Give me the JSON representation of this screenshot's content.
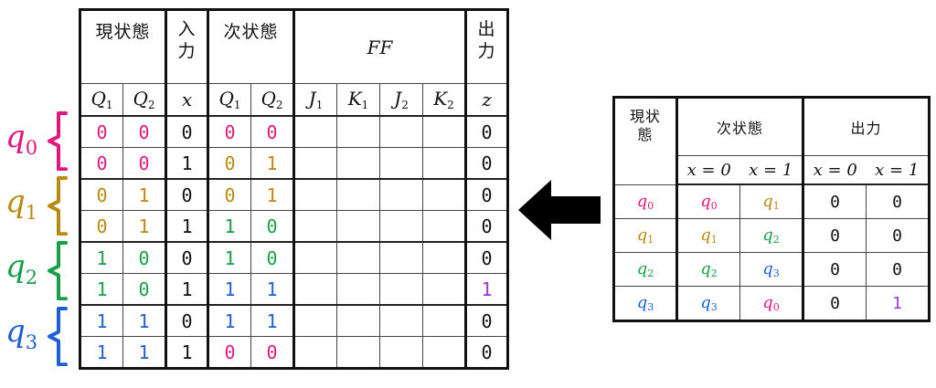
{
  "colors": {
    "q0": "#e0177d",
    "q1": "#b88a10",
    "q2": "#17a04a",
    "q3": "#1f5fd6",
    "z1": "#9b35e0",
    "black": "#111111"
  },
  "main_table": {
    "headers": {
      "current_state": "現状態",
      "input_l1": "入",
      "input_l2": "力",
      "next_state": "次状態",
      "ff": "FF",
      "output_l1": "出",
      "output_l2": "力"
    },
    "subheaders": [
      {
        "var": "Q",
        "sub": "1"
      },
      {
        "var": "Q",
        "sub": "2"
      },
      {
        "var": "x",
        "sub": ""
      },
      {
        "var": "Q",
        "sub": "1"
      },
      {
        "var": "Q",
        "sub": "2"
      },
      {
        "var": "J",
        "sub": "1"
      },
      {
        "var": "K",
        "sub": "1"
      },
      {
        "var": "J",
        "sub": "2"
      },
      {
        "var": "K",
        "sub": "2"
      },
      {
        "var": "z",
        "sub": ""
      }
    ],
    "rows": [
      {
        "q1": "0",
        "q2": "0",
        "x": "0",
        "n1": "0",
        "n2": "0",
        "z": "0"
      },
      {
        "q1": "0",
        "q2": "0",
        "x": "1",
        "n1": "0",
        "n2": "1",
        "z": "0"
      },
      {
        "q1": "0",
        "q2": "1",
        "x": "0",
        "n1": "0",
        "n2": "1",
        "z": "0"
      },
      {
        "q1": "0",
        "q2": "1",
        "x": "1",
        "n1": "1",
        "n2": "0",
        "z": "0"
      },
      {
        "q1": "1",
        "q2": "0",
        "x": "0",
        "n1": "1",
        "n2": "0",
        "z": "0"
      },
      {
        "q1": "1",
        "q2": "0",
        "x": "1",
        "n1": "1",
        "n2": "1",
        "z": "1"
      },
      {
        "q1": "1",
        "q2": "1",
        "x": "0",
        "n1": "1",
        "n2": "1",
        "z": "0"
      },
      {
        "q1": "1",
        "q2": "1",
        "x": "1",
        "n1": "0",
        "n2": "0",
        "z": "0"
      }
    ]
  },
  "state_labels": [
    {
      "var": "q",
      "sub": "0"
    },
    {
      "var": "q",
      "sub": "1"
    },
    {
      "var": "q",
      "sub": "2"
    },
    {
      "var": "q",
      "sub": "3"
    }
  ],
  "right_table": {
    "headers": {
      "current_state_l1": "現状",
      "current_state_l2": "態",
      "next_state": "次状態",
      "output": "出力",
      "x0": "x = 0",
      "x1": "x = 1",
      "ox0": "x = 0",
      "ox1": "x = 1"
    },
    "rows": [
      {
        "state": "0",
        "next0": "0",
        "next1": "1",
        "out0": "0",
        "out1": "0"
      },
      {
        "state": "1",
        "next0": "1",
        "next1": "2",
        "out0": "0",
        "out1": "0"
      },
      {
        "state": "2",
        "next0": "2",
        "next1": "3",
        "out0": "0",
        "out1": "0"
      },
      {
        "state": "3",
        "next0": "3",
        "next1": "0",
        "out0": "0",
        "out1": "1"
      }
    ]
  }
}
